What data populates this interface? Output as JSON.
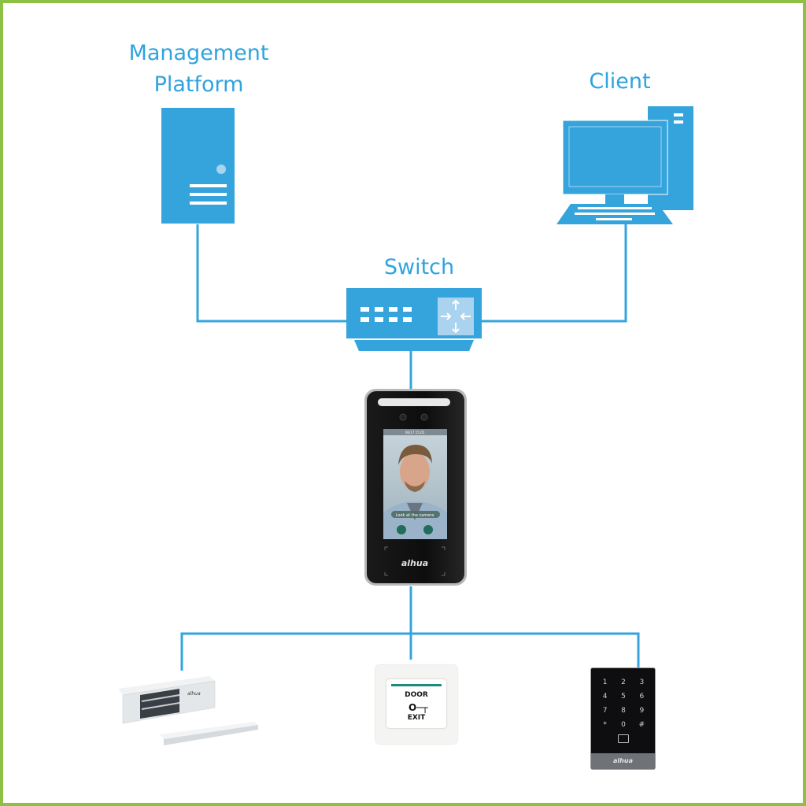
{
  "diagram": {
    "title": "Access control network topology",
    "accent_color": "#35a4dc",
    "frame_color": "#8dc043",
    "nodes": {
      "management": {
        "label_line1": "Management",
        "label_line2": "Platform",
        "icon": "server-icon"
      },
      "client": {
        "label": "Client",
        "icon": "desktop-computer-icon"
      },
      "switch": {
        "label": "Switch",
        "icon": "network-switch-icon"
      },
      "terminal": {
        "brand": "alhua",
        "screen_prompt": "Look at the camera",
        "status_time": "06/17 15:05",
        "icon": "face-recognition-terminal"
      },
      "maglock": {
        "brand": "alhua",
        "icon": "magnetic-lock"
      },
      "exit_button": {
        "line1": "DOOR",
        "line2": "EXIT",
        "icon": "key-icon"
      },
      "keypad": {
        "keys": [
          "1",
          "2",
          "3",
          "4",
          "5",
          "6",
          "7",
          "8",
          "9",
          "*",
          "0",
          "#"
        ],
        "brand": "alhua",
        "icon": "card-reader-keypad"
      }
    },
    "connections": [
      {
        "from": "management",
        "to": "switch"
      },
      {
        "from": "client",
        "to": "switch"
      },
      {
        "from": "switch",
        "to": "terminal"
      },
      {
        "from": "terminal",
        "to": "maglock"
      },
      {
        "from": "terminal",
        "to": "exit_button"
      },
      {
        "from": "terminal",
        "to": "keypad"
      }
    ]
  }
}
